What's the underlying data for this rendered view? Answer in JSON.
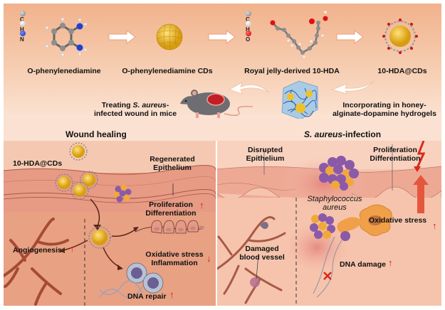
{
  "top": {
    "legend_left": [
      {
        "symbol": "C",
        "color": "#8e8e8e"
      },
      {
        "symbol": "H",
        "color": "#f2f2f2"
      },
      {
        "symbol": "N",
        "color": "#1f3fd6"
      }
    ],
    "legend_right": [
      {
        "symbol": "C",
        "color": "#8e8e8e"
      },
      {
        "symbol": "H",
        "color": "#f2f2f2"
      },
      {
        "symbol": "O",
        "color": "#e01010"
      }
    ],
    "steps": [
      "O-phenylenediamine",
      "O-phenylenediamine CDs",
      "Royal jelly-derived 10-HDA",
      "10-HDA@CDs"
    ],
    "hydrogel_label_1": "Incorporating in honey-",
    "hydrogel_label_2": "alginate-dopamine hydrogels",
    "mouse_label_1_a": "Treating ",
    "mouse_label_1_b": "S. aureus",
    "mouse_label_1_c": "-",
    "mouse_label_2": "infected wound in mice"
  },
  "wound_healing": {
    "title": "Wound healing",
    "particle_label": "10-HDA@CDs",
    "epithelium_1": "Regenerated",
    "epithelium_2": "Epithelium",
    "prolif_1": "Proliferation",
    "prolif_2": "Differentiation",
    "prolif_trend": "↑",
    "angiogenesis": "Angiogenesis",
    "angiogenesis_trend": "↑",
    "oxidative_1": "Oxidative stress",
    "oxidative_2": "Inflammation",
    "oxidative_trend": "↓",
    "dna": "DNA repair",
    "dna_trend": "↑"
  },
  "infection": {
    "title_italic": "S. aureus",
    "title_rest": "-infection",
    "disrupted_1": "Disrupted",
    "disrupted_2": "Epithelium",
    "prolif_1": "Proliferation",
    "prolif_2": "Differentiation",
    "bacteria_1": "Staphylococcus",
    "bacteria_2": "aureus",
    "oxidative": "Oxidative stress",
    "oxidative_trend": "↑",
    "vessel_1": "Damaged",
    "vessel_2": "blood vessel",
    "dna": "DNA damage",
    "dna_trend": "↑"
  },
  "colors": {
    "trend_red": "#d0211c",
    "cd_yellow": "#f0c22a",
    "bacteria_purple": "#8a5aa8",
    "bacteria_orange": "#f2a838"
  }
}
